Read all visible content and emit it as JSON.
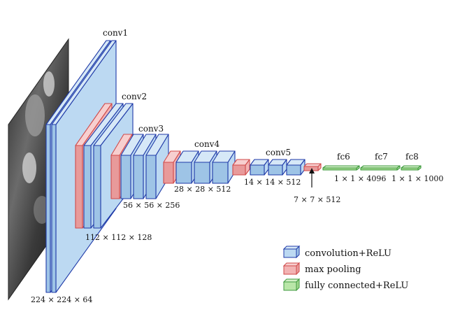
{
  "layers": {
    "conv1": "conv1",
    "conv2": "conv2",
    "conv3": "conv3",
    "conv4": "conv4",
    "conv5": "conv5",
    "fc6": "fc6",
    "fc7": "fc7",
    "fc8": "fc8"
  },
  "dims": {
    "d224": "224 × 224 × 64",
    "d112": "112 × 112 × 128",
    "d56": "56 × 56 × 256",
    "d28": "28 × 28 × 512",
    "d14": "14 × 14 × 512",
    "d7": "7 × 7 × 512",
    "d4096": "1 × 1 × 4096",
    "d1000": "1 × 1 × 1000"
  },
  "legend": {
    "conv": "convolution+ReLU",
    "pool": "max pooling",
    "fc": "fully connected+ReLU"
  },
  "colors": {
    "conv_fill": "#bcd9f2",
    "conv_stroke": "#1f3aa8",
    "pool_fill": "#f2b3b3",
    "pool_stroke": "#d04a4a",
    "fc_fill": "#b9e6a8",
    "fc_stroke": "#3f9a3f"
  }
}
